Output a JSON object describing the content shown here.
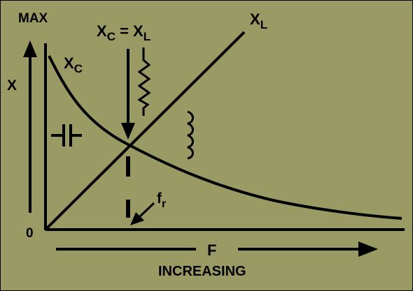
{
  "colors": {
    "background": "#9a9a64",
    "ink": "#000000"
  },
  "labels": {
    "y_max": "MAX",
    "y_axis": "X",
    "origin": "0",
    "x_axis": "F",
    "x_caption": "INCREASING",
    "xc_curve": {
      "main": "X",
      "sub": "C"
    },
    "xl_line": {
      "main": "X",
      "sub": "L"
    },
    "equality": {
      "left_main": "X",
      "left_sub": "C",
      "equals": " = ",
      "right_main": "X",
      "right_sub": "L"
    },
    "resonance": {
      "main": "f",
      "sub": "r"
    }
  },
  "icons": [
    "capacitor-icon",
    "resistor-icon",
    "inductor-icon"
  ]
}
